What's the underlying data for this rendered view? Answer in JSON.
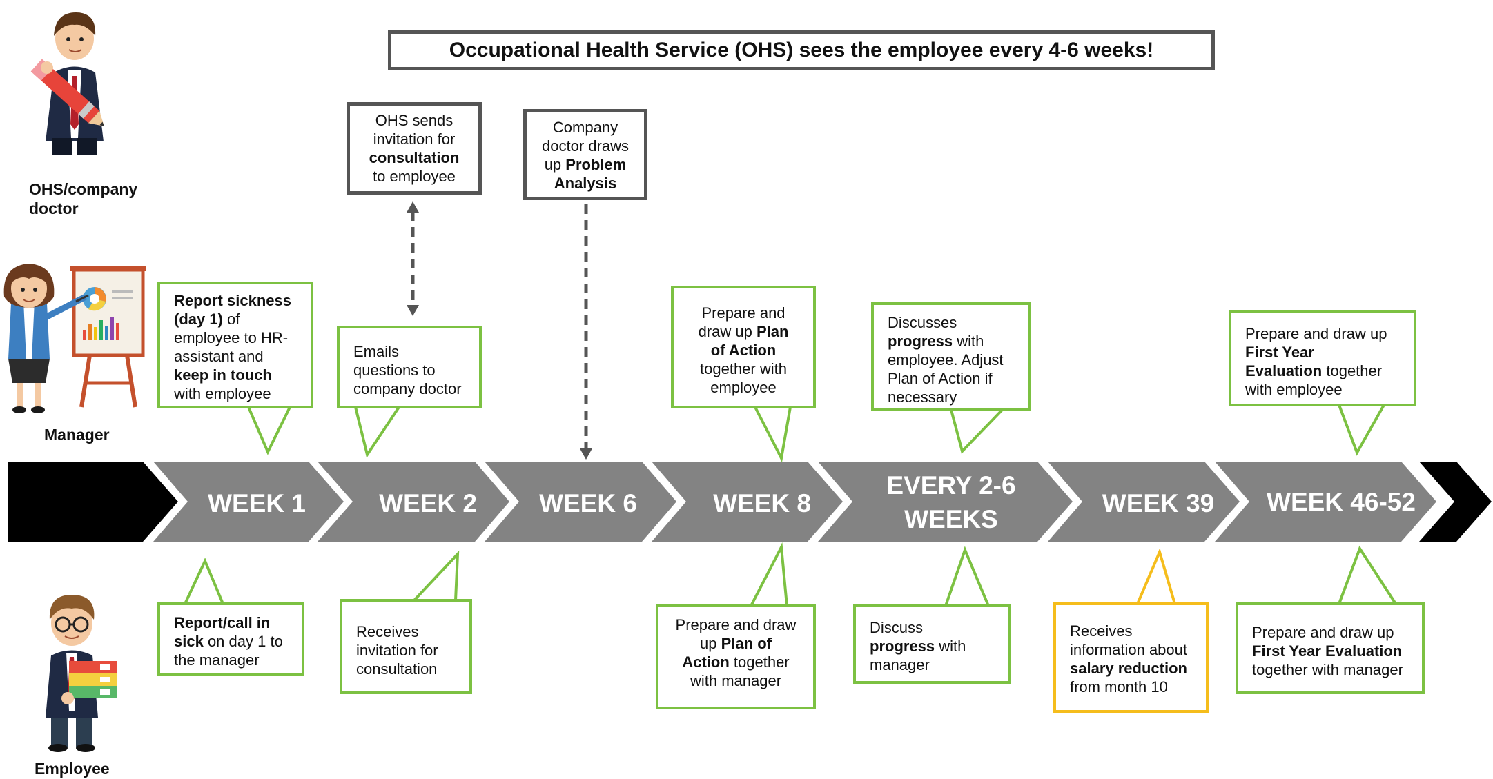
{
  "banner": "Occupational Health Service (OHS) sees the employee every 4-6 weeks!",
  "roles": {
    "ohs": "OHS/company doctor",
    "manager": "Manager",
    "employee": "Employee"
  },
  "timeline": [
    "WEEK 1",
    "WEEK 2",
    "WEEK 6",
    "WEEK 8",
    "EVERY 2-6 WEEKS",
    "WEEK 39",
    "WEEK 46-52"
  ],
  "ohs_boxes": {
    "invitation": {
      "t1": "OHS sends",
      "t2": "invitation for",
      "b1": "consultation",
      "t3": "to employee"
    },
    "problem": {
      "t1": "Company",
      "t2": "doctor draws",
      "t3": "up ",
      "b1": "Problem",
      "b2": "Analysis"
    }
  },
  "manager_boxes": {
    "week1": {
      "b1": "Report sickness",
      "b2": "(day 1)",
      "t1": " of",
      "t2": "employee to HR-",
      "t3": "assistant and",
      "b3": "keep in touch",
      "t4": "with employee"
    },
    "week2": {
      "t1": "Emails",
      "t2": "questions to",
      "t3": "company doctor"
    },
    "week8": {
      "t1": "Prepare and",
      "t2": "draw up ",
      "b1": "Plan",
      "b2": "of Action",
      "t3": "together with",
      "t4": "employee"
    },
    "every": {
      "t1": "Discusses",
      "b1": "progress",
      "t2": " with",
      "t3": "employee. Adjust",
      "t4": "Plan of Action if",
      "t5": "necessary"
    },
    "week46": {
      "t1": "Prepare and draw up",
      "b1": "First Year",
      "b2": "Evaluation",
      "t2": " together",
      "t3": "with employee"
    }
  },
  "employee_boxes": {
    "week1": {
      "b1": "Report/call in",
      "b2": "sick",
      "t1": " on day 1 to",
      "t2": "the manager"
    },
    "week2": {
      "t1": "Receives",
      "t2": "invitation for",
      "t3": "consultation"
    },
    "week8": {
      "t1": "Prepare and draw",
      "t2": "up ",
      "b1": "Plan of",
      "b2": "Action",
      "t3": " together",
      "t4": "with manager"
    },
    "every": {
      "t1": "Discuss",
      "b1": "progress",
      "t2": " with",
      "t3": "manager"
    },
    "week39": {
      "t1": "Receives",
      "t2": "information about",
      "b1": "salary reduction",
      "t3": "from month 10"
    },
    "week46": {
      "t1": "Prepare and draw up",
      "b1": "First Year Evaluation",
      "t2": "together with manager"
    }
  },
  "colors": {
    "chevron": "#838383",
    "chevron_end": "#000000",
    "manager_border": "#7cc142",
    "employee_border": "#7cc142",
    "warning_border": "#f5bd1c",
    "ohs_border": "#555555",
    "connector": "#555555"
  },
  "icons": [
    "doctor-with-pencil-icon",
    "manager-presenting-icon",
    "employee-with-folders-icon"
  ]
}
